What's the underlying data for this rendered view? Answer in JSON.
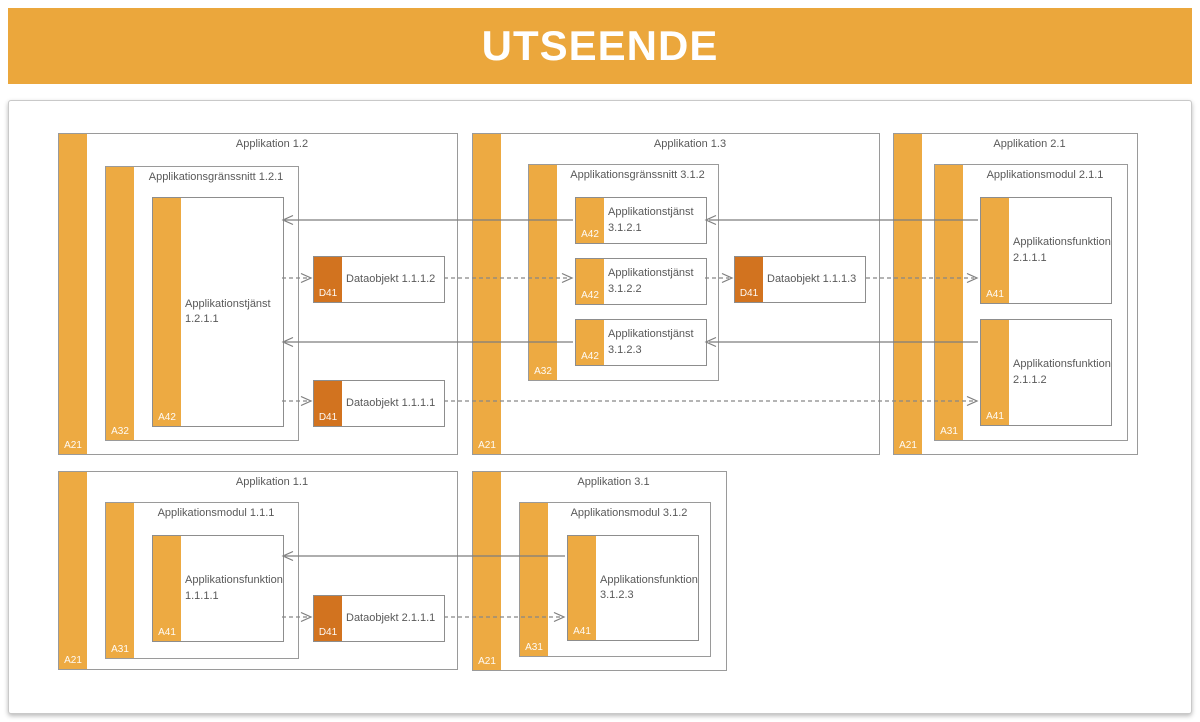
{
  "banner": {
    "title": "UTSEENDE"
  },
  "colors": {
    "banner_orange": "#eba73c",
    "element_orange": "#edaa42",
    "dataobject_orange": "#d2731f",
    "text_gray": "#595959",
    "border_gray": "#9a9a9a",
    "line_gray": "#7e7e7e"
  },
  "apps": [
    {
      "title": "Applikation 1.2",
      "tag": "A21",
      "interfaces": [
        {
          "title": "Applikationsgränssnitt 1.2.1",
          "tag": "A32",
          "services": [
            {
              "label": "Applikationstjänst 1.2.1.1",
              "tag": "A42"
            }
          ]
        }
      ],
      "dataobjects": [
        {
          "label": "Dataobjekt 1.1.1.2",
          "tag": "D41"
        },
        {
          "label": "Dataobjekt 1.1.1.1",
          "tag": "D41"
        }
      ]
    },
    {
      "title": "Applikation 1.3",
      "tag": "A21",
      "interfaces": [
        {
          "title": "Applikationsgränssnitt 3.1.2",
          "tag": "A32",
          "services": [
            {
              "label": "Applikationstjänst 3.1.2.1",
              "tag": "A42"
            },
            {
              "label": "Applikationstjänst 3.1.2.2",
              "tag": "A42"
            },
            {
              "label": "Applikationstjänst 3.1.2.3",
              "tag": "A42"
            }
          ]
        }
      ],
      "dataobjects": [
        {
          "label": "Dataobjekt 1.1.1.3",
          "tag": "D41"
        }
      ]
    },
    {
      "title": "Applikation 2.1",
      "tag": "A21",
      "modules": [
        {
          "title": "Applikationsmodul 2.1.1",
          "tag": "A31",
          "functions": [
            {
              "label": "Applikationsfunktion 2.1.1.1",
              "tag": "A41"
            },
            {
              "label": "Applikationsfunktion 2.1.1.2",
              "tag": "A41"
            }
          ]
        }
      ]
    },
    {
      "title": "Applikation 1.1",
      "tag": "A21",
      "modules": [
        {
          "title": "Applikationsmodul 1.1.1",
          "tag": "A31",
          "functions": [
            {
              "label": "Applikationsfunktion 1.1.1.1",
              "tag": "A41"
            }
          ]
        }
      ],
      "dataobjects": [
        {
          "label": "Dataobjekt 2.1.1.1",
          "tag": "D41"
        }
      ]
    },
    {
      "title": "Applikation 3.1",
      "tag": "A21",
      "modules": [
        {
          "title": "Applikationsmodul 3.1.2",
          "tag": "A31",
          "functions": [
            {
              "label": "Applikationsfunktion 3.1.2.3",
              "tag": "A41"
            }
          ]
        }
      ]
    }
  ]
}
